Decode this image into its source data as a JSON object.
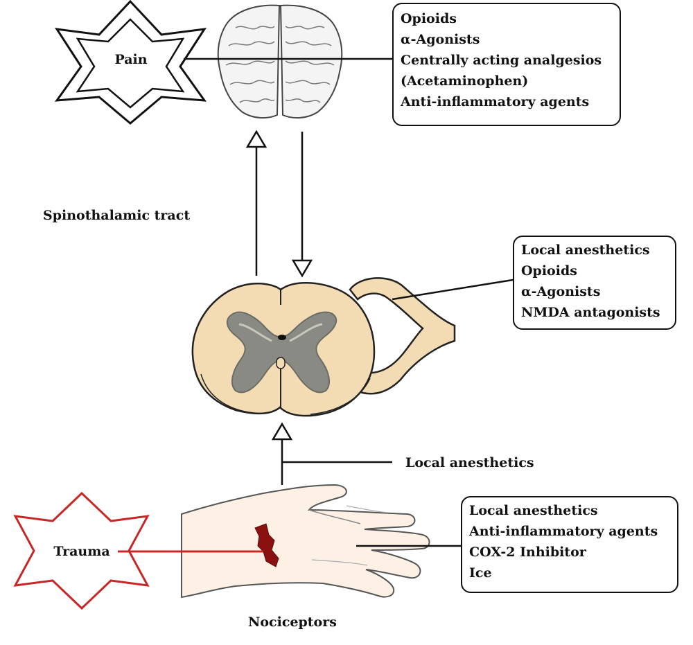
{
  "brain_box": {
    "items": [
      "Opioids",
      "α-Agonists",
      "Centrally acting analgesios",
      "(Acetaminophen)",
      "Anti-inflammatory agents"
    ]
  },
  "spinal_box": {
    "items": [
      "Local anesthetics",
      "Opioids",
      "α-Agonists",
      "NMDA antagonists"
    ]
  },
  "hand_box": {
    "items": [
      "Local anesthetics",
      "Anti-inflammatory agents",
      "COX-2 Inhibitor",
      "Ice"
    ]
  },
  "labels": {
    "pain": "Pain",
    "trauma": "Trauma",
    "spinothalamic": "Spinothalamic tract",
    "local_anesthetics": "Local anesthetics",
    "nociceptors": "Nociceptors"
  },
  "colors": {
    "pain_text": "#c62828",
    "trauma_star": "#c62828",
    "wound": "#8b1010",
    "cord_fill": "#f3dcb4",
    "gray_matter": "#8a8a84",
    "brain_fill": "#f4f4f4",
    "hand_fill": "#fdf1e6"
  }
}
